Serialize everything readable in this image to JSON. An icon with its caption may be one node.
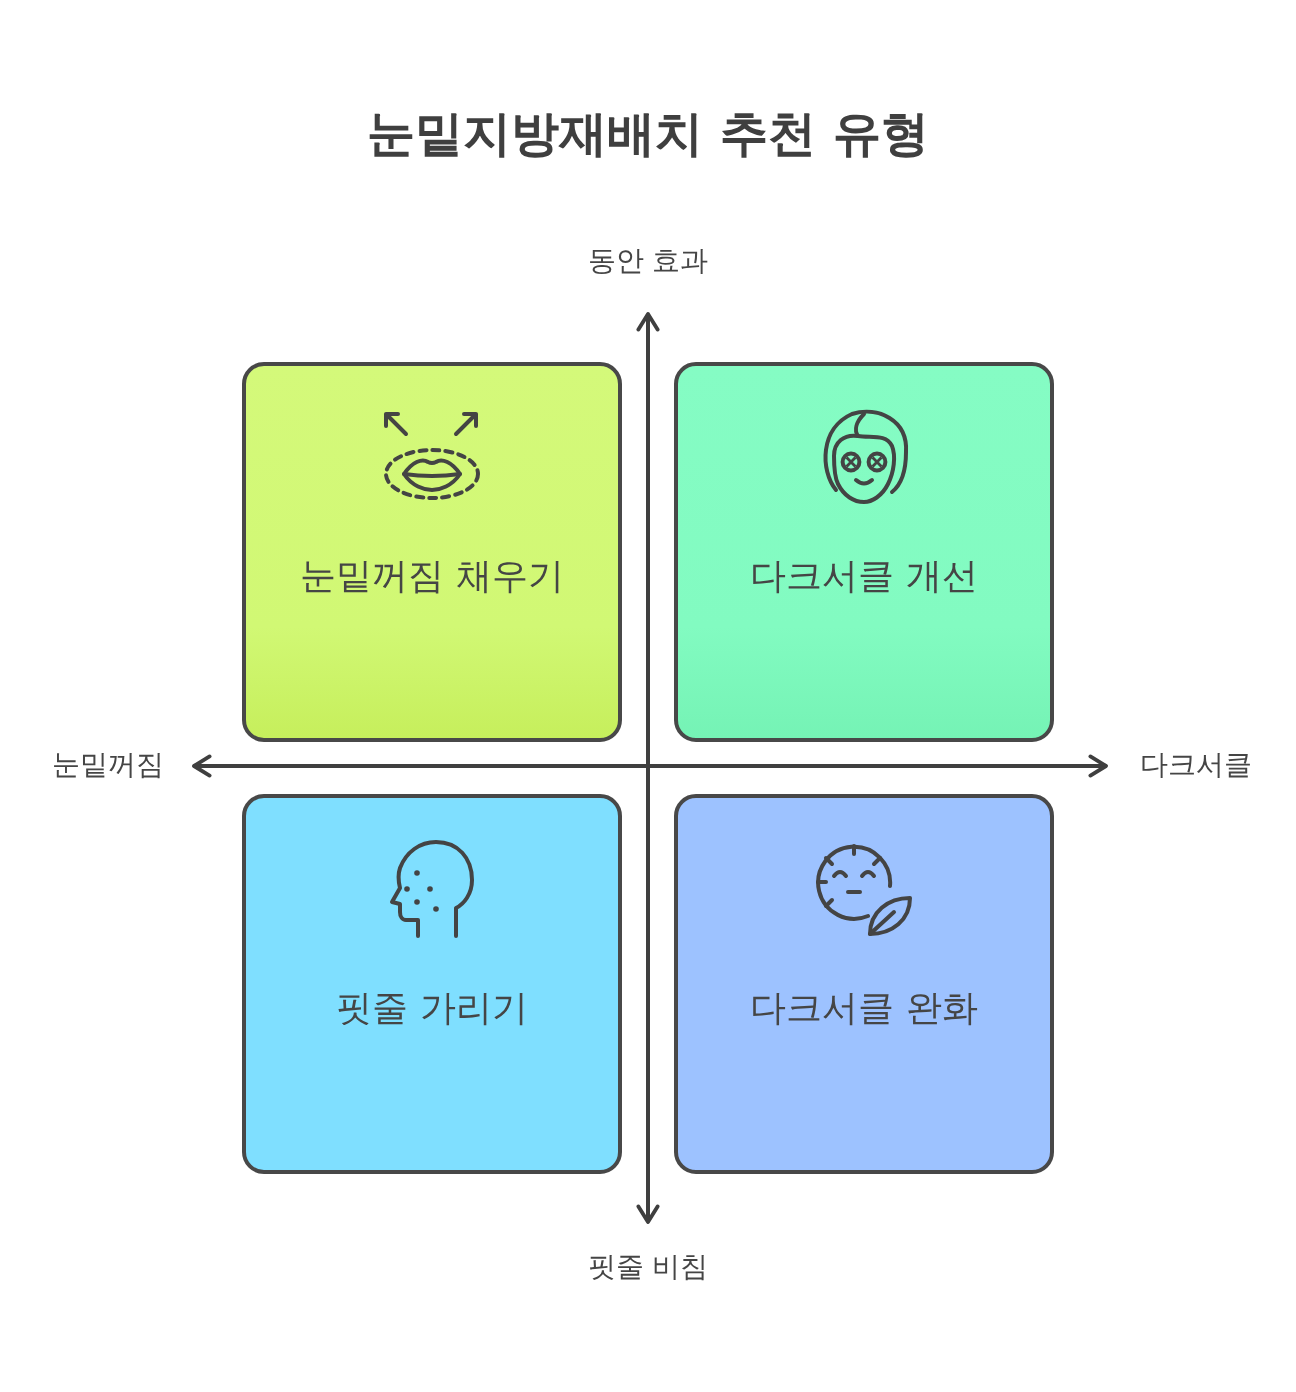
{
  "diagram": {
    "title": "눈밑지방재배치 추천 유형",
    "nodes": [
      {
        "text": [
          "눈밑꺼짐 채우기"
        ]
      },
      {
        "text": [
          "다크서클 개선"
        ]
      },
      {
        "text": [
          "핏줄 가리기"
        ]
      },
      {
        "text": [
          "다크서클 완화"
        ]
      }
    ],
    "labels": [
      "동안 효과",
      "눈밑꺼짐",
      "다크서클",
      "핏줄 비침"
    ]
  }
}
